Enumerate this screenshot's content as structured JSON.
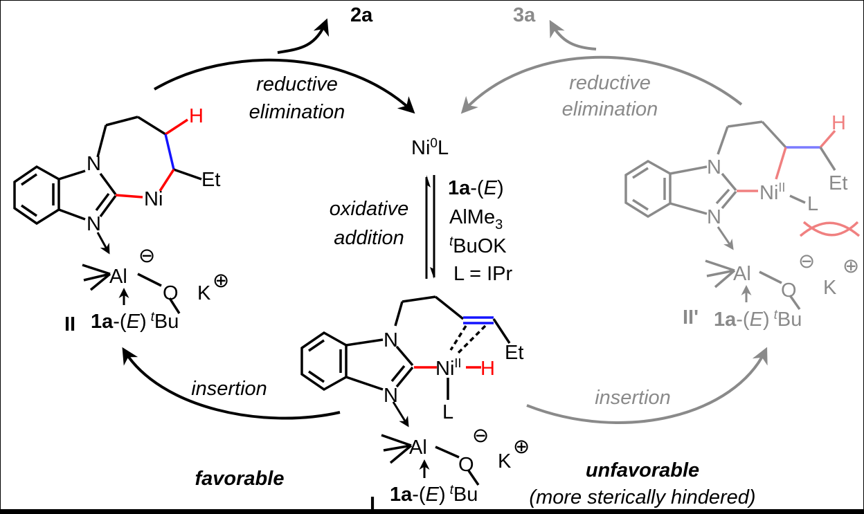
{
  "colors": {
    "black": "#000000",
    "gray": "#8a8a8a",
    "red": "#ff0000",
    "blue": "#1414ff",
    "pink": "#f08080",
    "lightblue": "#7b7bff"
  },
  "products": {
    "left": "2a",
    "right": "3a"
  },
  "center": {
    "catalyst_main": "Ni",
    "catalyst_sup": "0",
    "catalyst_ligand": "L",
    "oxidative_1": "oxidative",
    "oxidative_2": "addition",
    "reagent_1a": "1a",
    "reagent_1a_tail": "-(",
    "reagent_E": "E",
    "reagent_close": ")",
    "reagent_almecore": "AlMe",
    "reagent_alme_sub": "3",
    "reagent_tbu_sup": "t",
    "reagent_tbuok": "BuOK",
    "reagent_L": "L = IPr"
  },
  "left_cycle": {
    "reductive_1": "reductive",
    "reductive_2": "elimination",
    "insertion": "insertion",
    "favorable": "favorable",
    "intermediate": "II"
  },
  "right_cycle": {
    "reductive_1": "reductive",
    "reductive_2": "elimination",
    "insertion": "insertion",
    "unfavorable": "unfavorable",
    "unfavorable_note": "(more sterically hindered)",
    "intermediate": "II'"
  },
  "bottom": {
    "intermediate": "I"
  },
  "atoms": {
    "N": "N",
    "Ni": "Ni",
    "H": "H",
    "Et": "Et",
    "Al": "Al",
    "O": "O",
    "K": "K",
    "L": "L",
    "II_sup": "II",
    "Bu": "Bu",
    "t": "t",
    "minus": "⊖",
    "plus": "⊕",
    "1a": "1a",
    "paren_open": "-(",
    "E": "E",
    "paren_close": ")"
  }
}
